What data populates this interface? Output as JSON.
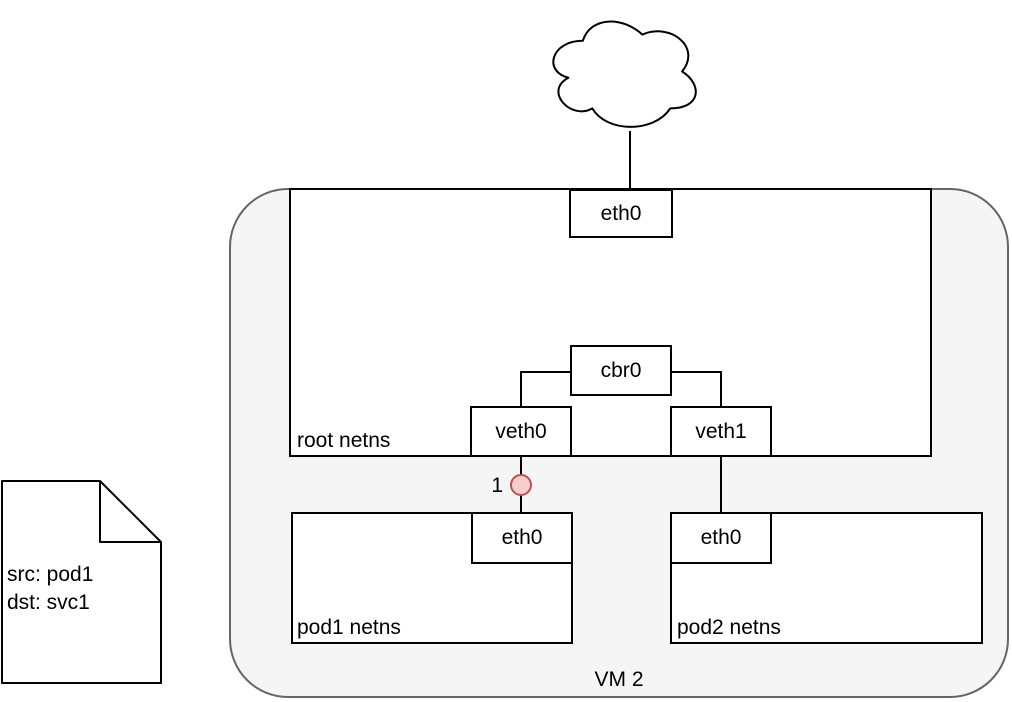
{
  "diagram": {
    "cloud": {
      "icon": "internet-cloud"
    },
    "vm": {
      "label": "VM 2"
    },
    "root_netns": {
      "label": "root netns",
      "eth0_label": "eth0",
      "bridge_label": "cbr0",
      "veth0_label": "veth0",
      "veth1_label": "veth1"
    },
    "pod1": {
      "label": "pod1 netns",
      "eth0_label": "eth0"
    },
    "pod2": {
      "label": "pod2 netns",
      "eth0_label": "eth0"
    },
    "marker": {
      "label": "1"
    },
    "note": {
      "line1": "src: pod1",
      "line2": "dst: svc1"
    },
    "colors": {
      "vm_fill": "#f5f5f5",
      "vm_stroke": "#666666",
      "box_fill": "#ffffff",
      "box_stroke": "#000000",
      "marker_fill": "#f8cecc",
      "marker_stroke": "#b85450"
    }
  }
}
